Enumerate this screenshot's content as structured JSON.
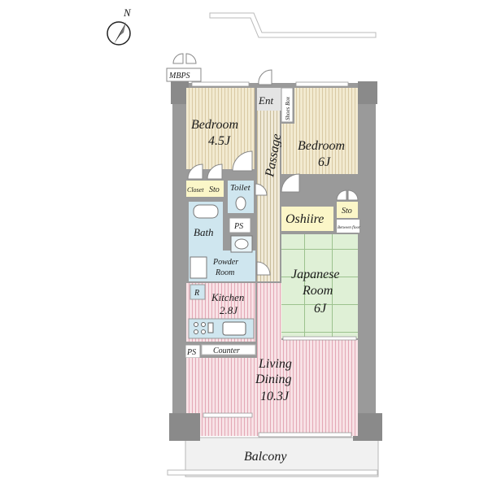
{
  "compass": {
    "north_label": "N"
  },
  "labels": {
    "mbps": "MBPS",
    "entrance": "Ent",
    "shoes_box": "Shoes Box",
    "passage": "Passage",
    "bedroom_small_name": "Bedroom",
    "bedroom_small_size": "4.5J",
    "bedroom_large_name": "Bedroom",
    "bedroom_large_size": "6J",
    "closet": "Closet",
    "storage_left": "Sto",
    "storage_right": "Sto",
    "toilet": "Toilet",
    "ps_top": "PS",
    "bath": "Bath",
    "powder_room_line1": "Powder",
    "powder_room_line2": "Room",
    "oshiire": "Oshiire",
    "between_floor": "Between floor",
    "japanese_room_line1": "Japanese",
    "japanese_room_line2": "Room",
    "japanese_room_size": "6J",
    "refrigerator": "R",
    "kitchen_name": "Kitchen",
    "kitchen_size": "2.8J",
    "ps_bottom": "PS",
    "counter": "Counter",
    "living_line1": "Living",
    "living_line2": "Dining",
    "living_size": "10.3J",
    "balcony": "Balcony"
  },
  "colors": {
    "bedroom": "#f2ead0",
    "bedroom_stripe": "#d9c9a4",
    "passage": "#f0ead8",
    "passage_stripe": "#c9bc9a",
    "wet_area": "#cfe6ef",
    "japanese_room": "#dff0d6",
    "japanese_line": "#9cc28e",
    "oshiire": "#fbf6c8",
    "living": "#f8e2e6",
    "living_stripe": "#e3a8b5",
    "wall": "#8f8f8f",
    "balcony": "#f1f1f1"
  }
}
